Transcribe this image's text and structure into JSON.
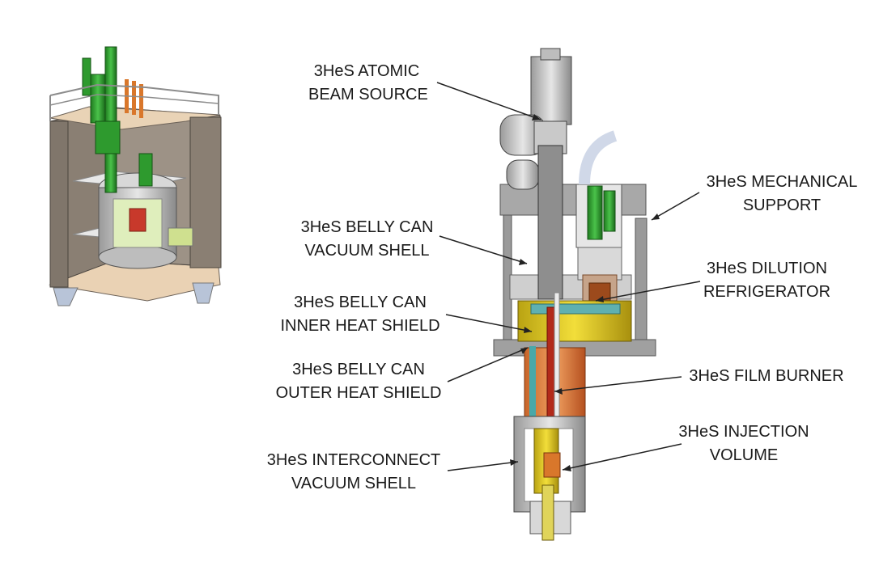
{
  "labels": {
    "atomic_beam_source": [
      "3HeS ATOMIC",
      "BEAM SOURCE"
    ],
    "mechanical_support": [
      "3HeS MECHANICAL",
      "SUPPORT"
    ],
    "belly_can_vacuum_shell": [
      "3HeS BELLY CAN",
      "VACUUM SHELL"
    ],
    "dilution_refrigerator": [
      "3HeS DILUTION",
      "REFRIGERATOR"
    ],
    "belly_can_inner_heat_shield": [
      "3HeS BELLY CAN",
      "INNER HEAT SHIELD"
    ],
    "belly_can_outer_heat_shield": [
      "3HeS BELLY CAN",
      "OUTER HEAT SHIELD"
    ],
    "film_burner": [
      "3HeS FILM BURNER"
    ],
    "injection_volume": [
      "3HeS INJECTION",
      "VOLUME"
    ],
    "interconnect_vacuum_shell": [
      "3HeS INTERCONNECT",
      "VACUUM SHELL"
    ]
  },
  "colors": {
    "structure_gray": "#8c8c8c",
    "shield_yellow": "#d9c21c",
    "shield_orange": "#d9772b",
    "refrigerator_green": "#2e9a2e",
    "copper": "#9c4a1c",
    "wall_brown": "#8a7f73",
    "floor_tan": "#ead2b4"
  }
}
